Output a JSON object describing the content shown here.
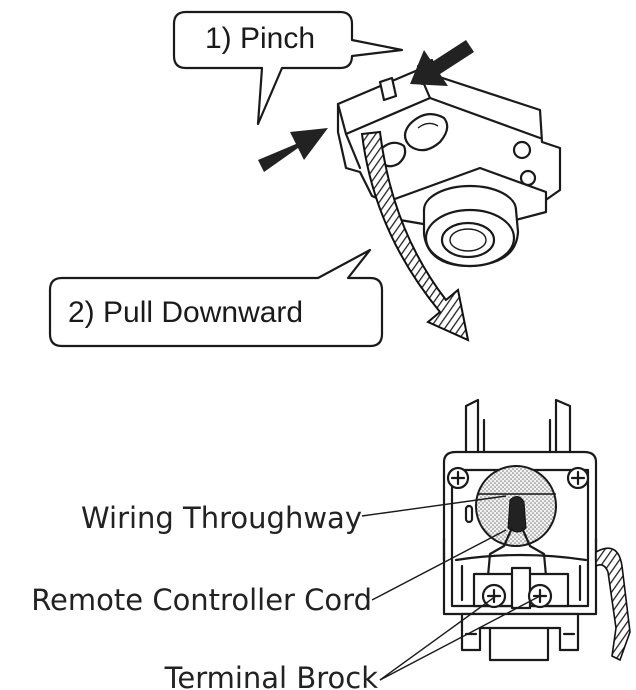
{
  "callouts": {
    "step1": "1) Pinch",
    "step2": "2) Pull Downward"
  },
  "labels": {
    "wiring": "Wiring Throughway",
    "remote": "Remote Controller Cord",
    "terminal": "Terminal Brock"
  },
  "colors": {
    "ink": "#1a1a1a",
    "arrow": "#222222",
    "stipple": "#bdbdbd",
    "background": "#ffffff"
  }
}
